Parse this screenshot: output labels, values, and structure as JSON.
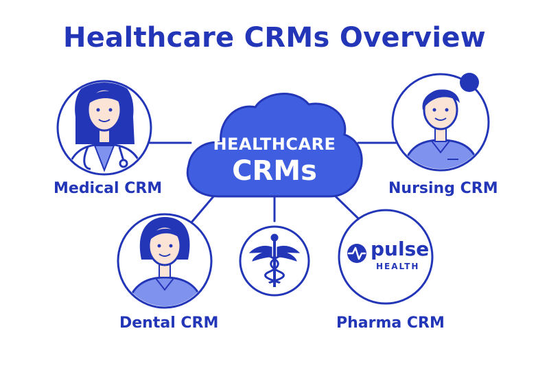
{
  "title": "Healthcare CRMs Overview",
  "center": {
    "line1": "HEALTHCARE",
    "line2": "CRMs"
  },
  "nodes": {
    "medical": "Medical CRM",
    "nursing": "Nursing CRM",
    "dental": "Dental CRM",
    "pharma": "Pharma CRM"
  },
  "logo": {
    "word": "pulse",
    "sub": "HEALTH"
  },
  "colors": {
    "primary": "#2336b8",
    "cloud_fill": "#3f5fe0",
    "light_fill": "#7f92ee",
    "skin": "#fbe3d6",
    "hair": "#2336b8"
  }
}
